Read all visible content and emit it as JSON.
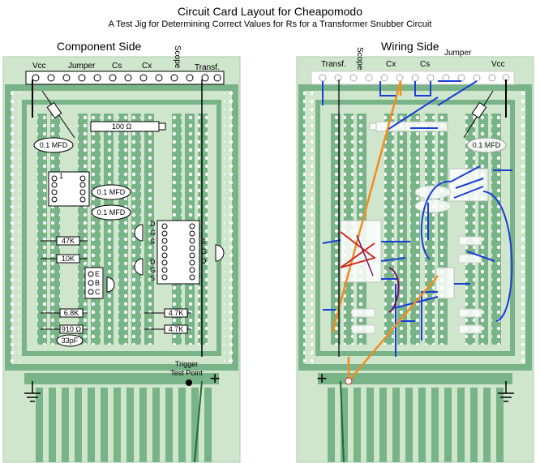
{
  "title": "Circuit Card Layout for Cheapomodo",
  "subtitle": "A Test Jig for Determining Correct Values for Rs for a Transformer Snubber Circuit",
  "component_side": {
    "heading": "Component Side",
    "header_labels": {
      "vcc": "Vcc",
      "jumper": "Jumper",
      "cs": "Cs",
      "cx": "Cx",
      "scope": "Scope",
      "transf": "Transf."
    },
    "res_100": "100 Ω",
    "cap_top": "0.1 MFD",
    "cap_ic_a": "0.1 MFD",
    "cap_ic_b": "0.1 MFD",
    "ic_pin1": "1",
    "r_47k": "47K",
    "r_10k": "10K",
    "r_68k": "6.8K",
    "r_910": "910 Ω",
    "cap_33": "33pF",
    "r_47k_a": "4.7K",
    "r_47k_b": "4.7K",
    "tr_ebc": [
      "E",
      "B",
      "C"
    ],
    "fet1_pins": [
      "D",
      "G",
      "S"
    ],
    "fet2_pins": [
      "D",
      "G",
      "S"
    ],
    "fet3_pins": [
      "S",
      "G",
      "D"
    ],
    "trigger": "Trigger",
    "test_point": "Test Point",
    "plus": "+"
  },
  "wiring_side": {
    "heading": "Wiring Side",
    "header_labels": {
      "transf": "Transf.",
      "scope": "Scope",
      "cx": "Cx",
      "cs": "Cs",
      "jumper": "Jumper",
      "vcc": "Vcc"
    },
    "cap_mirror": "0.1 MFD",
    "plus": "+"
  },
  "colors": {
    "board": "#cfe5cc",
    "copper": "#79b488",
    "pad": "#ffffff",
    "wire_blue": "#1a3dd6",
    "wire_orange": "#f28c1e",
    "wire_red": "#d21e1e",
    "wire_purple": "#7a1460"
  }
}
